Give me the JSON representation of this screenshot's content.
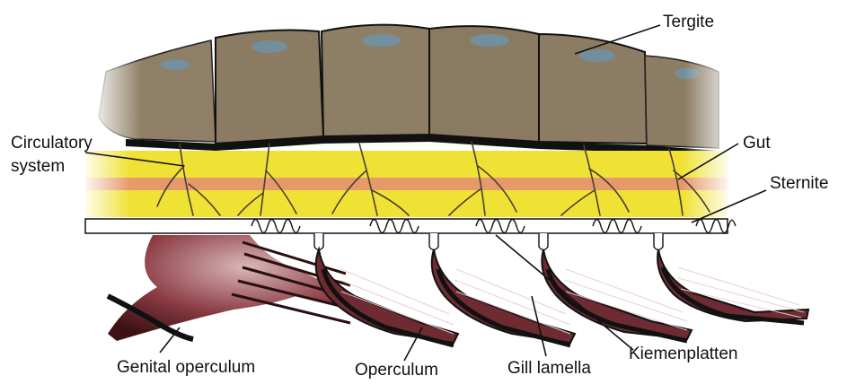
{
  "labels": {
    "tergite": "Tergite",
    "circulatory_line1": "Circulatory",
    "circulatory_line2": "system",
    "gut": "Gut",
    "sternite": "Sternite",
    "genital_operculum": "Genital operculum",
    "operculum": "Operculum",
    "gill_lamella": "Gill lamella",
    "kiemenplatten": "Kiemenplatten"
  },
  "colors": {
    "tergite": "#8a7a63",
    "tergite_shade": "#6f6250",
    "tergite_spots": "#6f93a8",
    "gut_body": "#f0e235",
    "gut_stripe": "#e69a6a",
    "vessels": "#4a4030",
    "gill": "#6e2b31",
    "gill_dark": "#2a0f12",
    "outline": "#111111"
  }
}
